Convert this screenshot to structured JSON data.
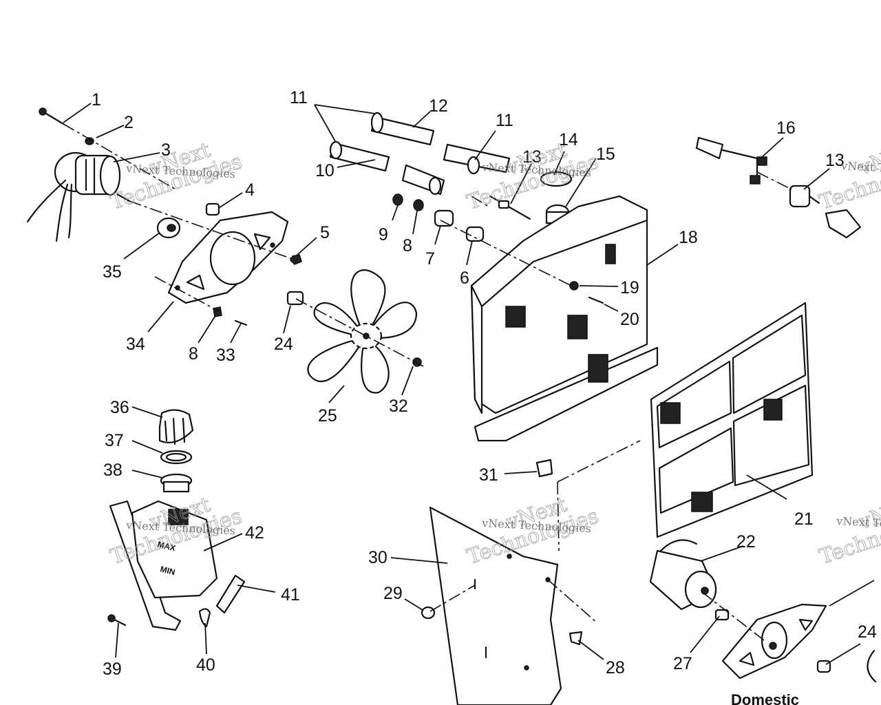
{
  "diagram": {
    "callouts": [
      "1",
      "2",
      "3",
      "4",
      "5",
      "6",
      "7",
      "8",
      "8",
      "9",
      "10",
      "11",
      "11",
      "12",
      "13",
      "13",
      "14",
      "15",
      "16",
      "18",
      "19",
      "20",
      "21",
      "22",
      "24",
      "24",
      "25",
      "27",
      "28",
      "29",
      "30",
      "31",
      "32",
      "33",
      "34",
      "35",
      "36",
      "37",
      "38",
      "39",
      "40",
      "41",
      "42"
    ],
    "tank_labels": {
      "max": "MAX",
      "min": "MIN"
    },
    "caption": "Domestic",
    "watermark": {
      "line1": "vNext",
      "line2": "Technologies",
      "small": "vNext Technologies"
    }
  }
}
